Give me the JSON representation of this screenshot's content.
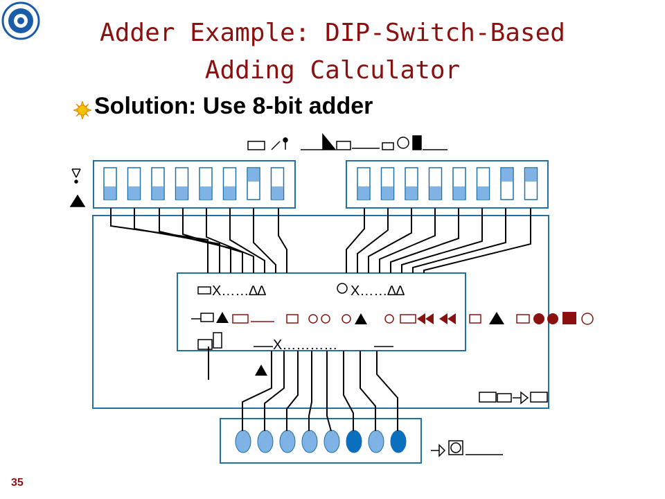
{
  "slide": {
    "title_line1": "Adder Example: DIP-Switch-Based",
    "title_line2": "Adding Calculator",
    "bullet": "Solution: Use 8-bit adder",
    "page_number": "35"
  },
  "colors": {
    "title": "#8b1010",
    "box_border": "#1f6fa8",
    "switch_fill": "#7fb2e5",
    "led_on": "#0a6fbf",
    "led_off": "#7fb2e5",
    "garbled_text": "#8b1010"
  },
  "dip_left": {
    "switch_on_positions": [
      0,
      0,
      0,
      0,
      0,
      0,
      1,
      0
    ]
  },
  "dip_right": {
    "switch_on_positions": [
      0,
      0,
      0,
      0,
      0,
      0,
      1,
      1
    ]
  },
  "leds": {
    "states": [
      0,
      0,
      0,
      0,
      0,
      1,
      0,
      1
    ]
  }
}
